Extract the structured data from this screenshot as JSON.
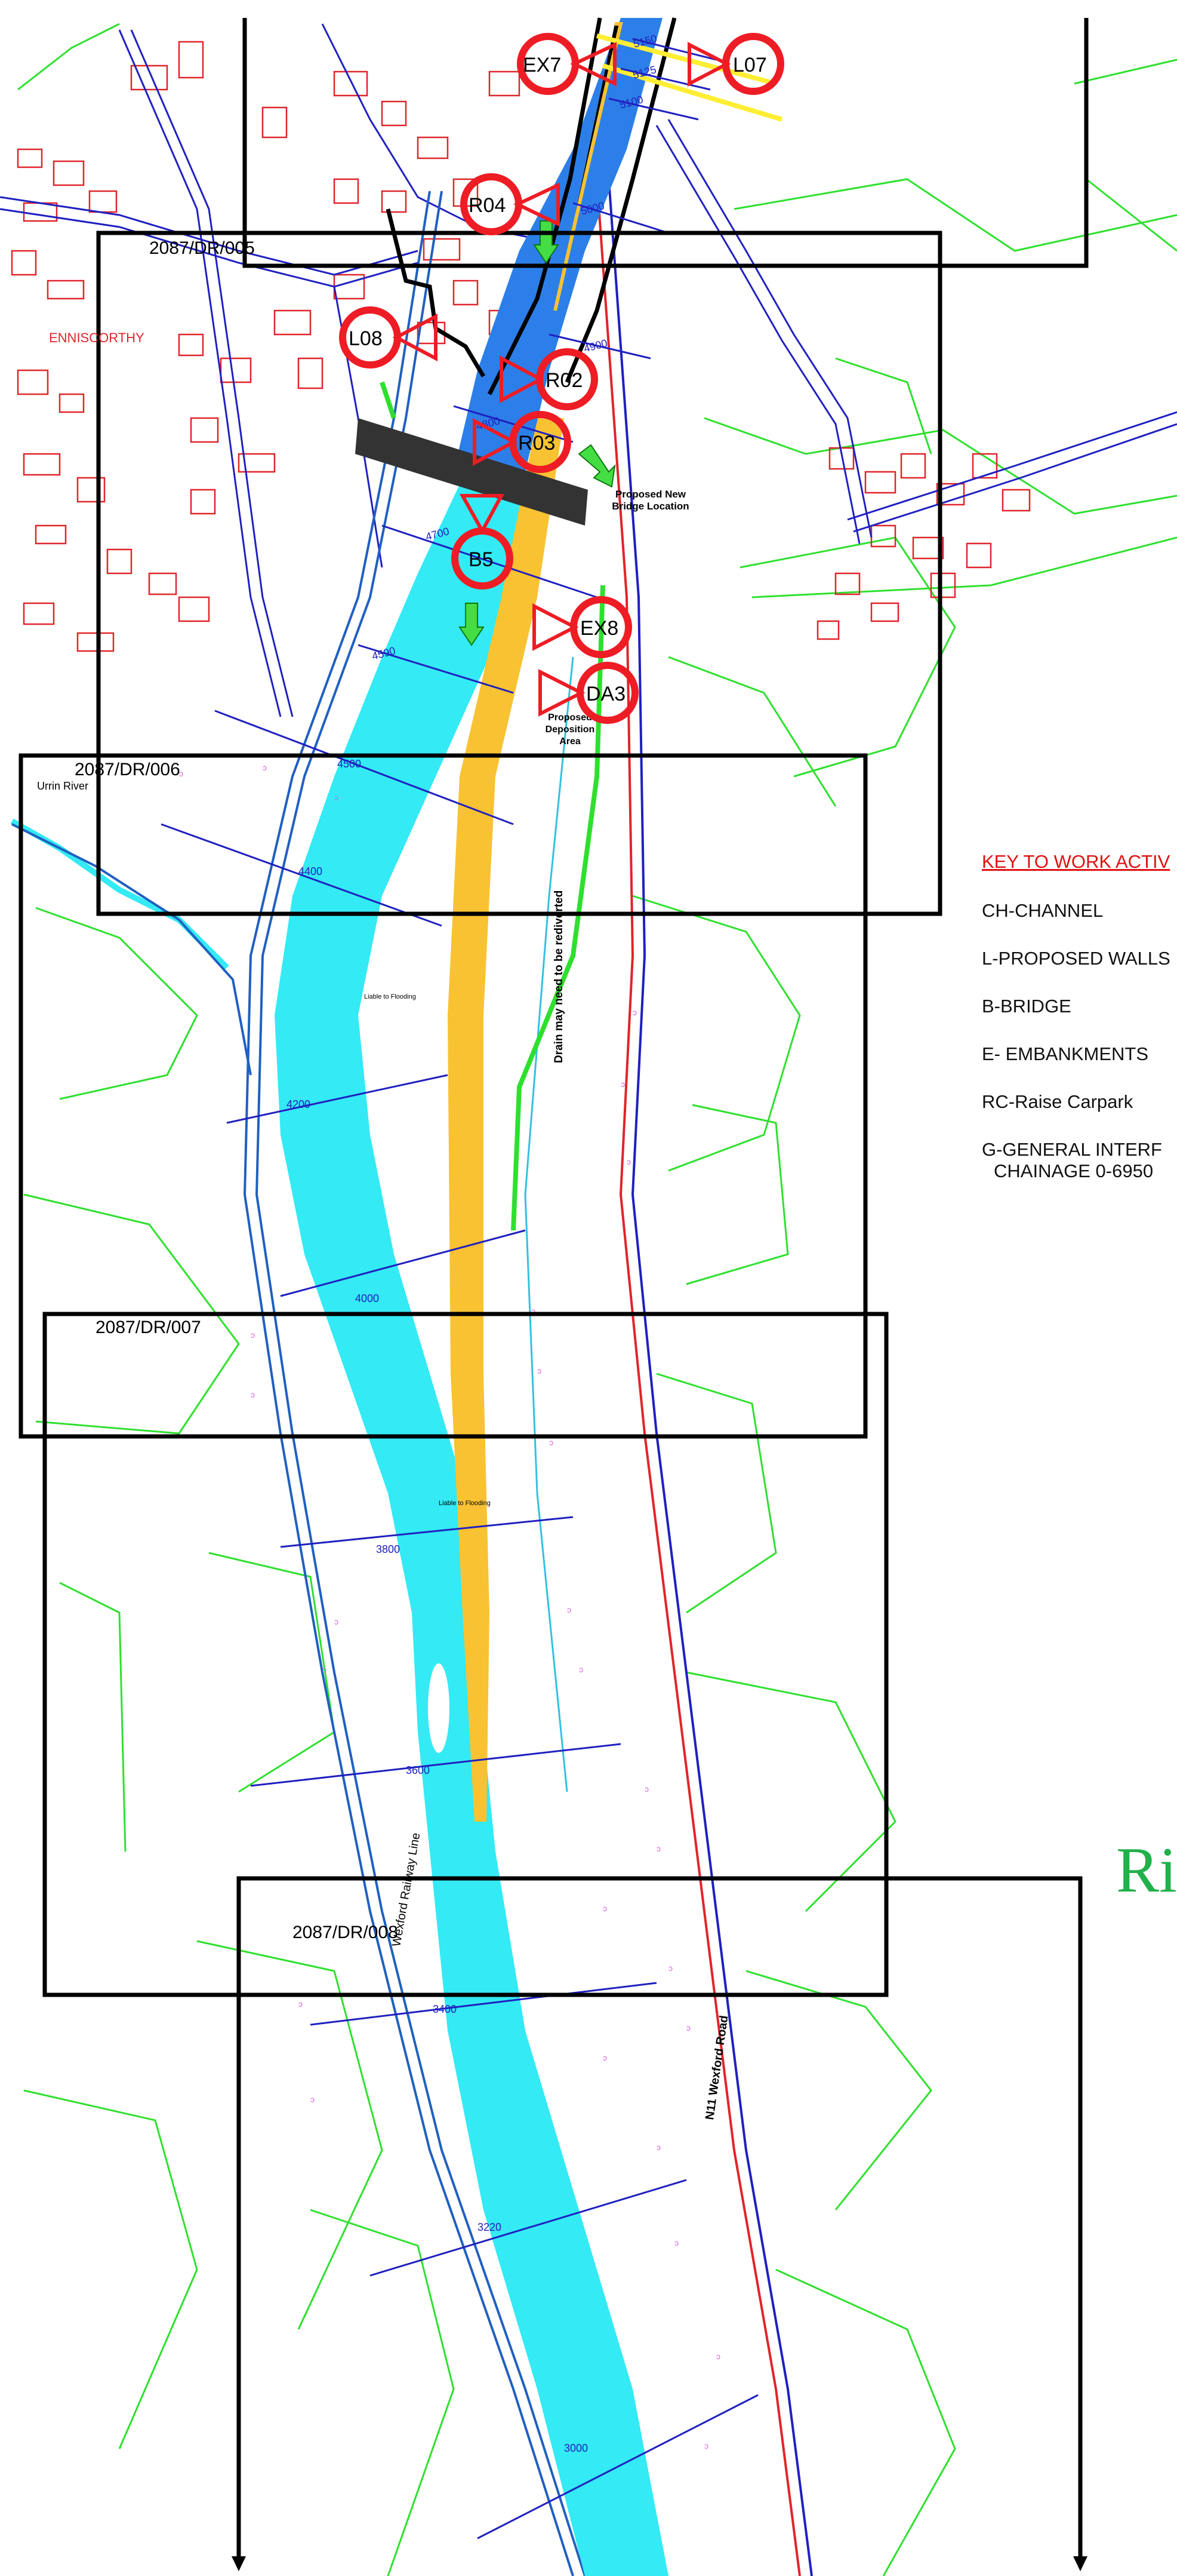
{
  "place_labels": {
    "town": "ENNISCORTHY",
    "urrin_river": "Urrin River",
    "railway": "Wexford Railway Line",
    "road": "N11 Wexford Road",
    "drain_note": "Drain may need to be rediverted",
    "bridge_note": "Proposed New Bridge Location",
    "deposition_note": "Proposed Deposition Area",
    "liable_flooding": "Liable to Flooding"
  },
  "sheet_frames": [
    {
      "id": "2087/DR/005"
    },
    {
      "id": "2087/DR/006"
    },
    {
      "id": "2087/DR/007"
    },
    {
      "id": "2087/DR/008"
    }
  ],
  "chainages": [
    "5150",
    "5125",
    "5100",
    "5000",
    "4900",
    "4800",
    "4700",
    "4590",
    "4500",
    "4400",
    "4200",
    "4000",
    "3800",
    "3600",
    "3400",
    "3220",
    "3000"
  ],
  "markers": [
    "EX7",
    "L07",
    "R04",
    "L08",
    "R02",
    "R03",
    "B5",
    "EX8",
    "DA3"
  ],
  "key": {
    "title": "KEY TO WORK ACTIV",
    "items": [
      "CH-CHANNEL",
      "L-PROPOSED WALLS",
      "B-BRIDGE",
      "E- EMBANKMENTS",
      "RC-Raise Carpark",
      "G-GENERAL INTERF",
      "CHAINAGE 0-6950"
    ]
  },
  "river_label": "Riv",
  "colors": {
    "river": "#33eaf5",
    "deposition": "#f8c232",
    "channel_works": "#2c7fe8",
    "marker": "#ee1c24",
    "roads": "#2020c0",
    "boundaries": "#2ee02e",
    "buildings": "#e0242a",
    "sheet_frame": "#000000",
    "label_green": "#22b04a"
  }
}
